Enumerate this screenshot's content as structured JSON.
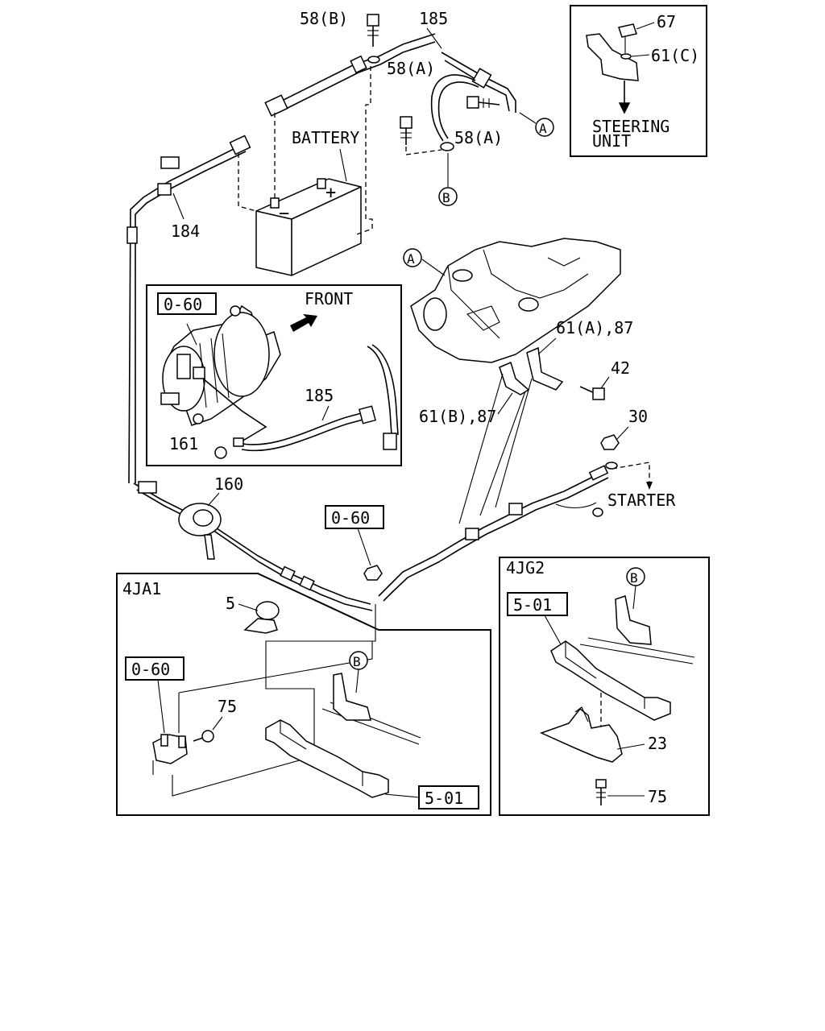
{
  "callouts": {
    "c58b": "58(B)",
    "c185_top": "185",
    "c58a_1": "58(A)",
    "c58a_2": "58(A)",
    "battery": "BATTERY",
    "plus": "+",
    "minus": "−",
    "c184": "184",
    "cA_top": "A",
    "cB_top": "B",
    "cA_engine": "A",
    "c61a87": "61(A),87",
    "c42": "42",
    "c61b87": "61(B),87",
    "c30": "30",
    "starter": "STARTER",
    "c160": "160",
    "c5": "5",
    "c75_left": "75",
    "c23": "23",
    "c75_right": "75"
  },
  "inset_steering": {
    "c67": "67",
    "c61c": "61(C)",
    "label_line1": "STEERING",
    "label_line2": "UNIT"
  },
  "inset_alternator": {
    "ref": "0-60",
    "front": "FRONT",
    "c185": "185",
    "c161": "161"
  },
  "ref_mid": "0-60",
  "inset_4ja1": {
    "title": "4JA1",
    "ref_060": "0-60",
    "ref_501": "5-01",
    "cB": "B"
  },
  "inset_4jg2": {
    "title": "4JG2",
    "ref_501": "5-01",
    "cB": "B"
  }
}
